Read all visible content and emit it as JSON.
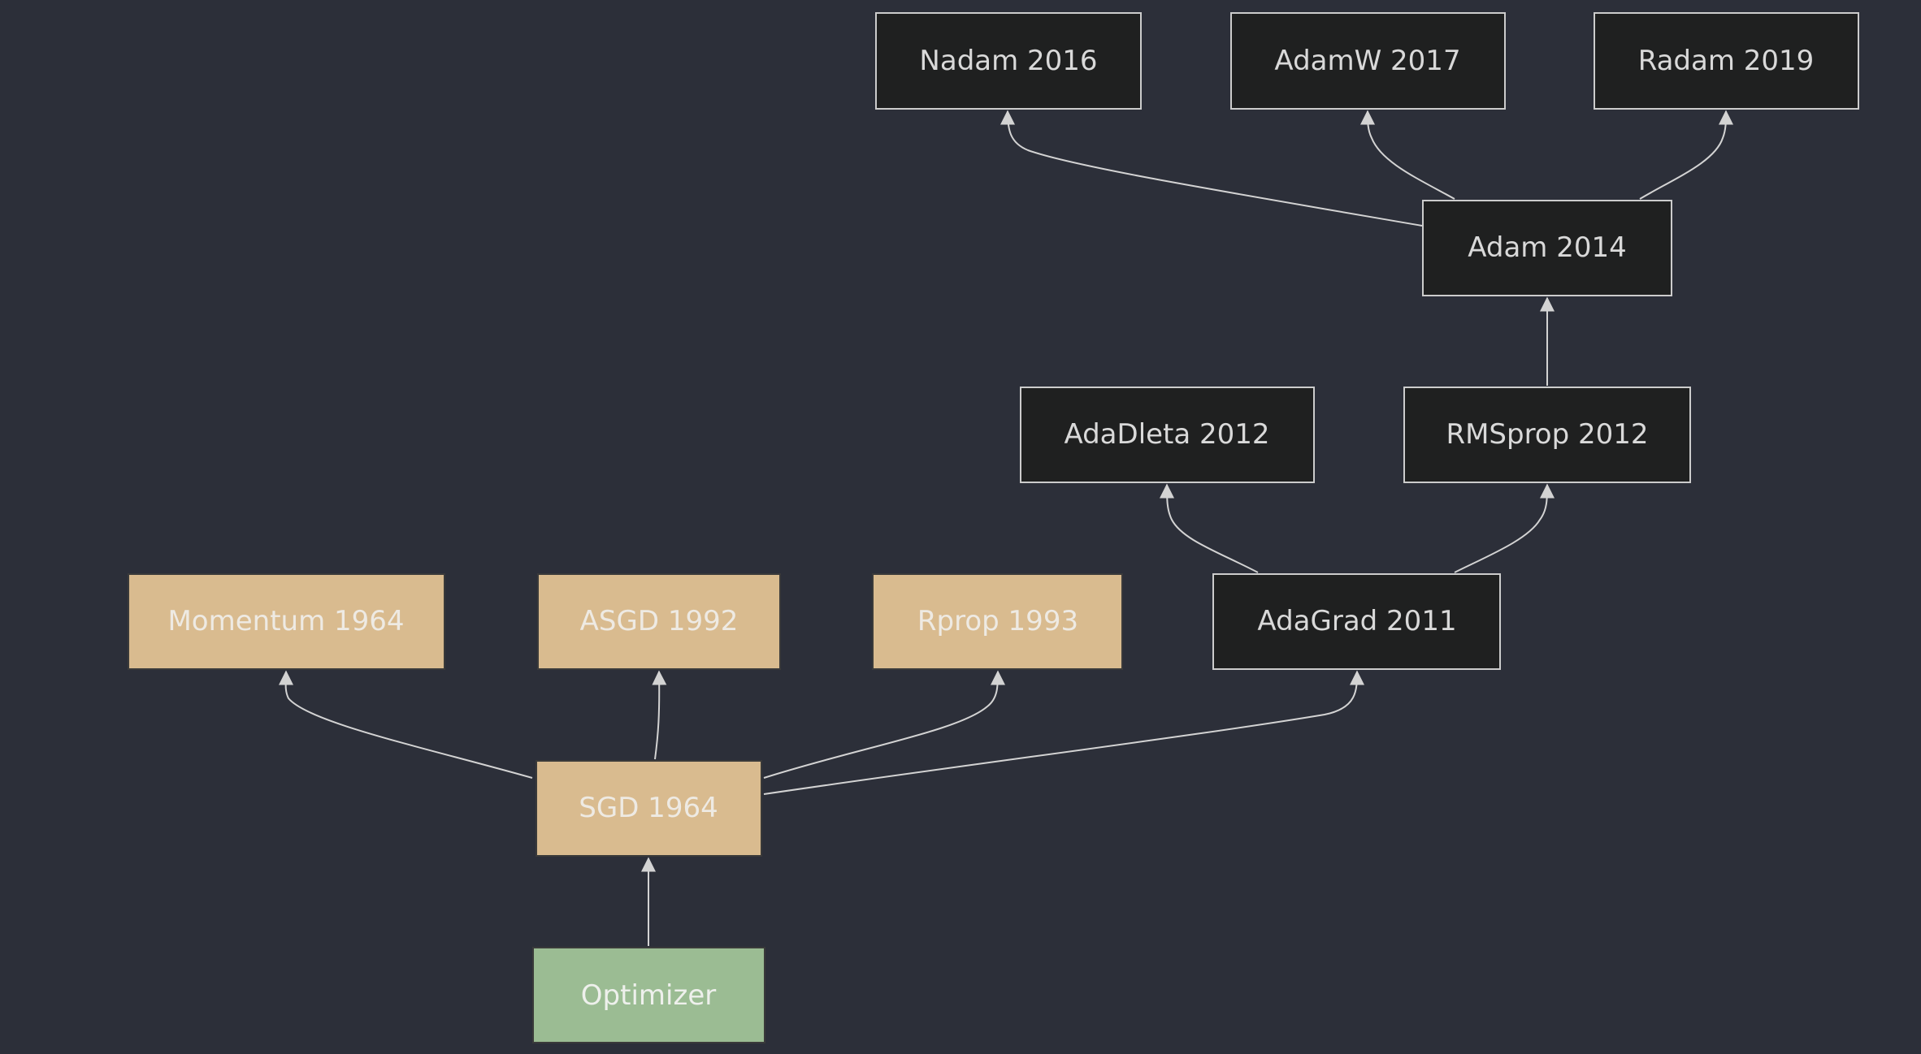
{
  "diagram": {
    "type": "flowchart",
    "direction": "bottom-to-top",
    "colors": {
      "background": "#2c2f39",
      "dark_node": "#1f2020",
      "tan_node": "#d9bb8f",
      "green_node": "#9bbc93",
      "edge": "#d3d3d3"
    },
    "nodes": {
      "optimizer": "Optimizer",
      "sgd": "SGD 1964",
      "momentum": "Momentum 1964",
      "asgd": "ASGD 1992",
      "rprop": "Rprop 1993",
      "adagrad": "AdaGrad 2011",
      "adadelta": "AdaDleta 2012",
      "rmsprop": "RMSprop 2012",
      "adam": "Adam 2014",
      "nadam": "Nadam 2016",
      "adamw": "AdamW 2017",
      "radam": "Radam 2019"
    },
    "edges": [
      {
        "from": "Optimizer",
        "to": "SGD 1964"
      },
      {
        "from": "SGD 1964",
        "to": "Momentum 1964"
      },
      {
        "from": "SGD 1964",
        "to": "ASGD 1992"
      },
      {
        "from": "SGD 1964",
        "to": "Rprop 1993"
      },
      {
        "from": "SGD 1964",
        "to": "AdaGrad 2011"
      },
      {
        "from": "AdaGrad 2011",
        "to": "AdaDleta 2012"
      },
      {
        "from": "AdaGrad 2011",
        "to": "RMSprop 2012"
      },
      {
        "from": "RMSprop 2012",
        "to": "Adam 2014"
      },
      {
        "from": "Adam 2014",
        "to": "Nadam 2016"
      },
      {
        "from": "Adam 2014",
        "to": "AdamW 2017"
      },
      {
        "from": "Adam 2014",
        "to": "Radam 2019"
      }
    ]
  }
}
